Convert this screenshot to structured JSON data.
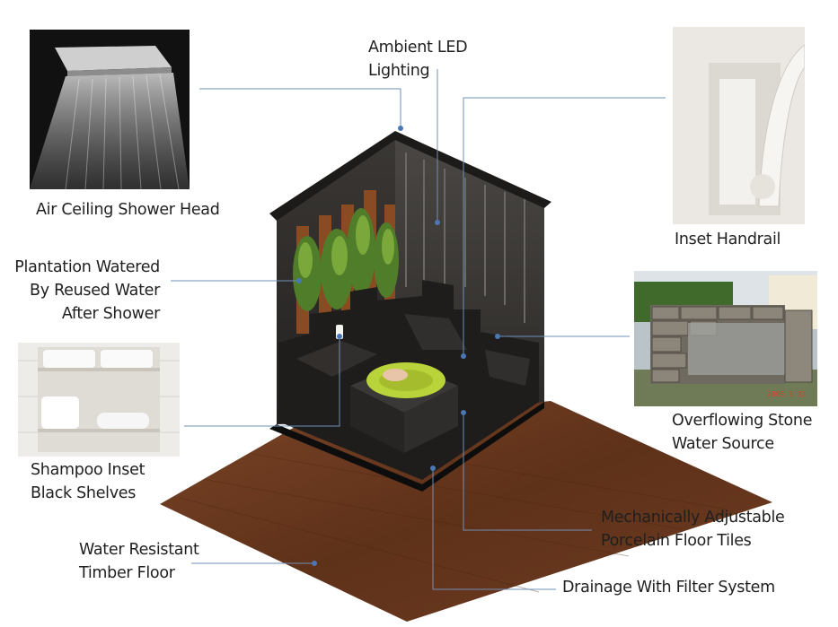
{
  "labels": {
    "shower_head": [
      "Air Ceiling Shower Head"
    ],
    "led": [
      "Ambient LED",
      "Lighting"
    ],
    "handrail": [
      "Inset Handrail"
    ],
    "plantation": [
      "Plantation Watered",
      "By Reused Water",
      "After Shower"
    ],
    "shampoo": [
      "Shampoo Inset",
      "Black Shelves"
    ],
    "stone": [
      "Overflowing Stone",
      "Water Source"
    ],
    "tiles": [
      "Mechanically Adjustable",
      "Porcelain Floor Tiles"
    ],
    "timber": [
      "Water Resistant",
      "Timber Floor"
    ],
    "drainage": [
      "Drainage With Filter System"
    ]
  },
  "photo_stamp": "2005 3 31",
  "colors": {
    "leader_line": "#6f8fb8",
    "leader_dot": "#4a78b5",
    "timber": "#6b3a22",
    "wall": "#2c2a28",
    "tub": "#b9d33a"
  }
}
